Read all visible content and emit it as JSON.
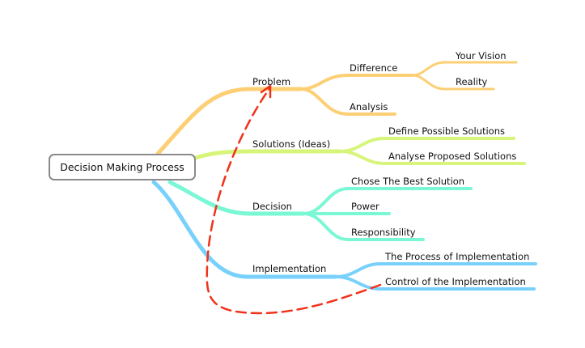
{
  "root": "Decision Making Process",
  "colors": {
    "problem": "#fdcf75",
    "solutions": "#d6f57a",
    "decision": "#7af7d4",
    "implementation": "#78d1fb",
    "relationship": "#f0321b"
  },
  "branches": {
    "problem": {
      "label": "Problem",
      "children": {
        "difference": {
          "label": "Difference",
          "children": [
            "Your Vision",
            "Reality"
          ]
        },
        "analysis": "Analysis"
      }
    },
    "solutions": {
      "label": "Solutions (Ideas)",
      "children": [
        "Define Possible Solutions",
        "Analyse Proposed Solutions"
      ]
    },
    "decision": {
      "label": "Decision",
      "children": [
        "Chose The Best Solution",
        "Power",
        "Responsibility"
      ]
    },
    "implementation": {
      "label": "Implementation",
      "children": [
        "The Process of Implementation",
        "Control of the Implementation"
      ]
    }
  }
}
